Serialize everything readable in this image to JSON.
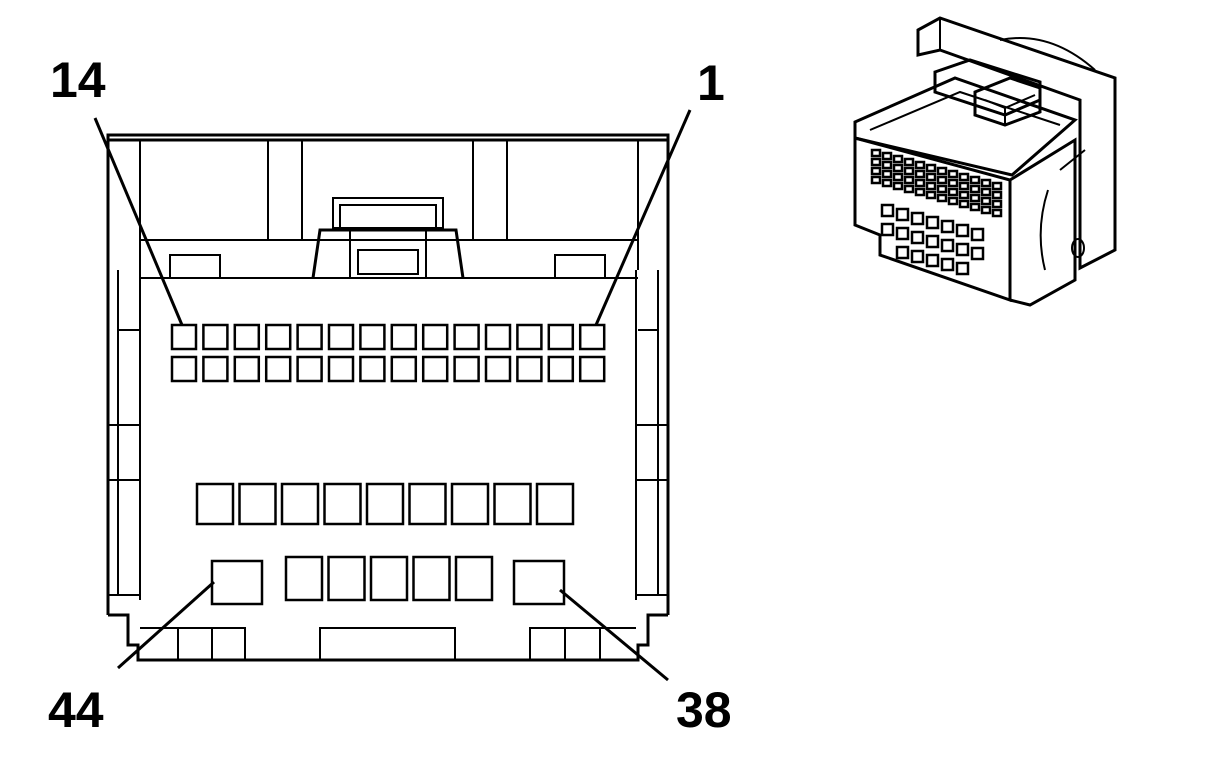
{
  "colors": {
    "line": "#000000",
    "background": "#ffffff"
  },
  "pin_labels": {
    "top_left": "14",
    "top_right": "1",
    "bottom_left": "44",
    "bottom_right": "38"
  },
  "connector_face": {
    "upper_rows": 2,
    "pins_per_upper_row": 14,
    "middle_row_cavities": 9,
    "bottom_row_small_cavities": 5
  }
}
